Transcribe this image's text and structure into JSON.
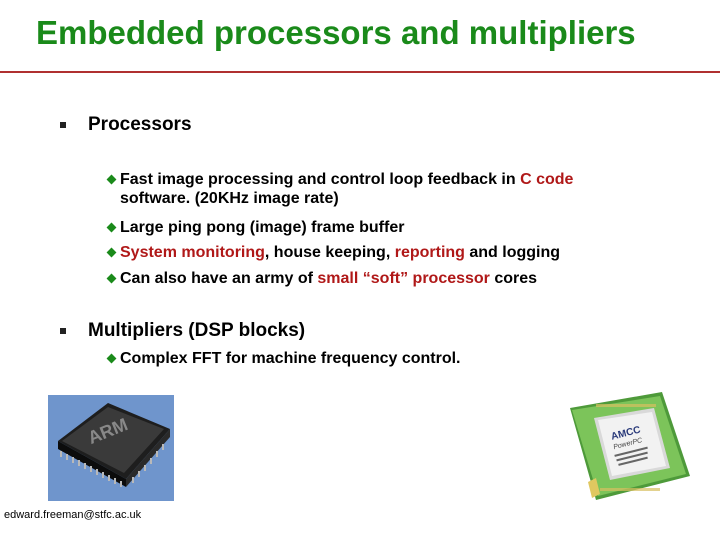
{
  "slide": {
    "title": "Embedded processors and multipliers",
    "sections": [
      {
        "heading": "Processors",
        "items": [
          {
            "parts": [
              "Fast image processing and control loop feedback in ",
              "C code"
            ],
            "line2": "software. (20KHz image rate)"
          },
          {
            "parts": [
              "Large ping pong (image) frame buffer"
            ]
          },
          {
            "parts": [
              "System monitoring",
              ", house keeping, ",
              "reporting",
              " and logging"
            ]
          },
          {
            "parts": [
              "Can also have an army of ",
              "small “soft” processor",
              " cores"
            ]
          }
        ]
      },
      {
        "heading": "Multipliers (DSP blocks)",
        "items": [
          {
            "parts": [
              "Complex FFT for machine frequency control."
            ]
          }
        ]
      }
    ],
    "images": {
      "left_chip_logo": "ARM",
      "right_chip_brand": "AMCC",
      "right_chip_line2": "PowerPC"
    },
    "footer": "edward.freeman@stfc.ac.uk",
    "colors": {
      "title": "#1a8a1a",
      "highlight": "#b01818",
      "rule": "#b03030",
      "diamond": "#1a8a1a"
    }
  }
}
